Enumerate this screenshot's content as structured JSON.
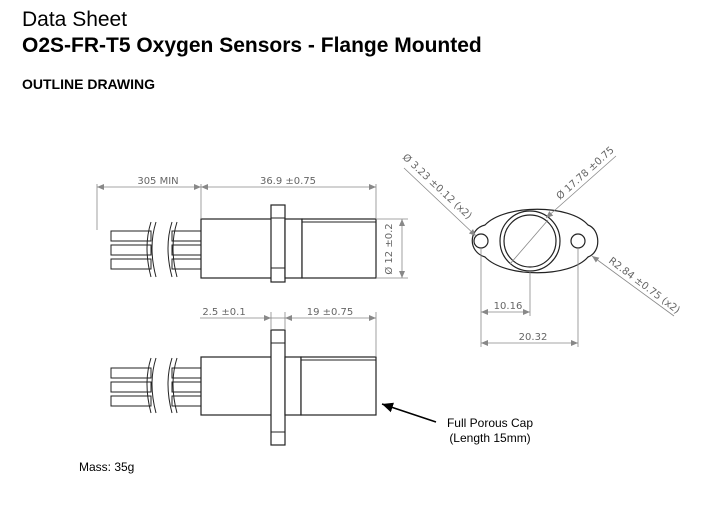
{
  "header": {
    "doc_type": "Data Sheet",
    "title": "O2S-FR-T5 Oxygen Sensors - Flange Mounted",
    "section": "OUTLINE DRAWING"
  },
  "dimensions": {
    "lead_length": "305 MIN",
    "body_length": "36.9 ±0.75",
    "body_diameter": "Ø 12 ±0.2",
    "flange_thickness": "2.5 ±0.1",
    "cap_length": "19 ±0.75",
    "hole_diameter": "Ø 3.23 ±0.12 (x2)",
    "bore_diameter": "Ø 17.78 ±0.75",
    "flange_radius": "R2.84 ±0.75 (x2)",
    "half_spacing": "10.16",
    "hole_spacing": "20.32"
  },
  "annotation": {
    "line1": "Full Porous Cap",
    "line2": "(Length 15mm)"
  },
  "mass": "Mass: 35g"
}
